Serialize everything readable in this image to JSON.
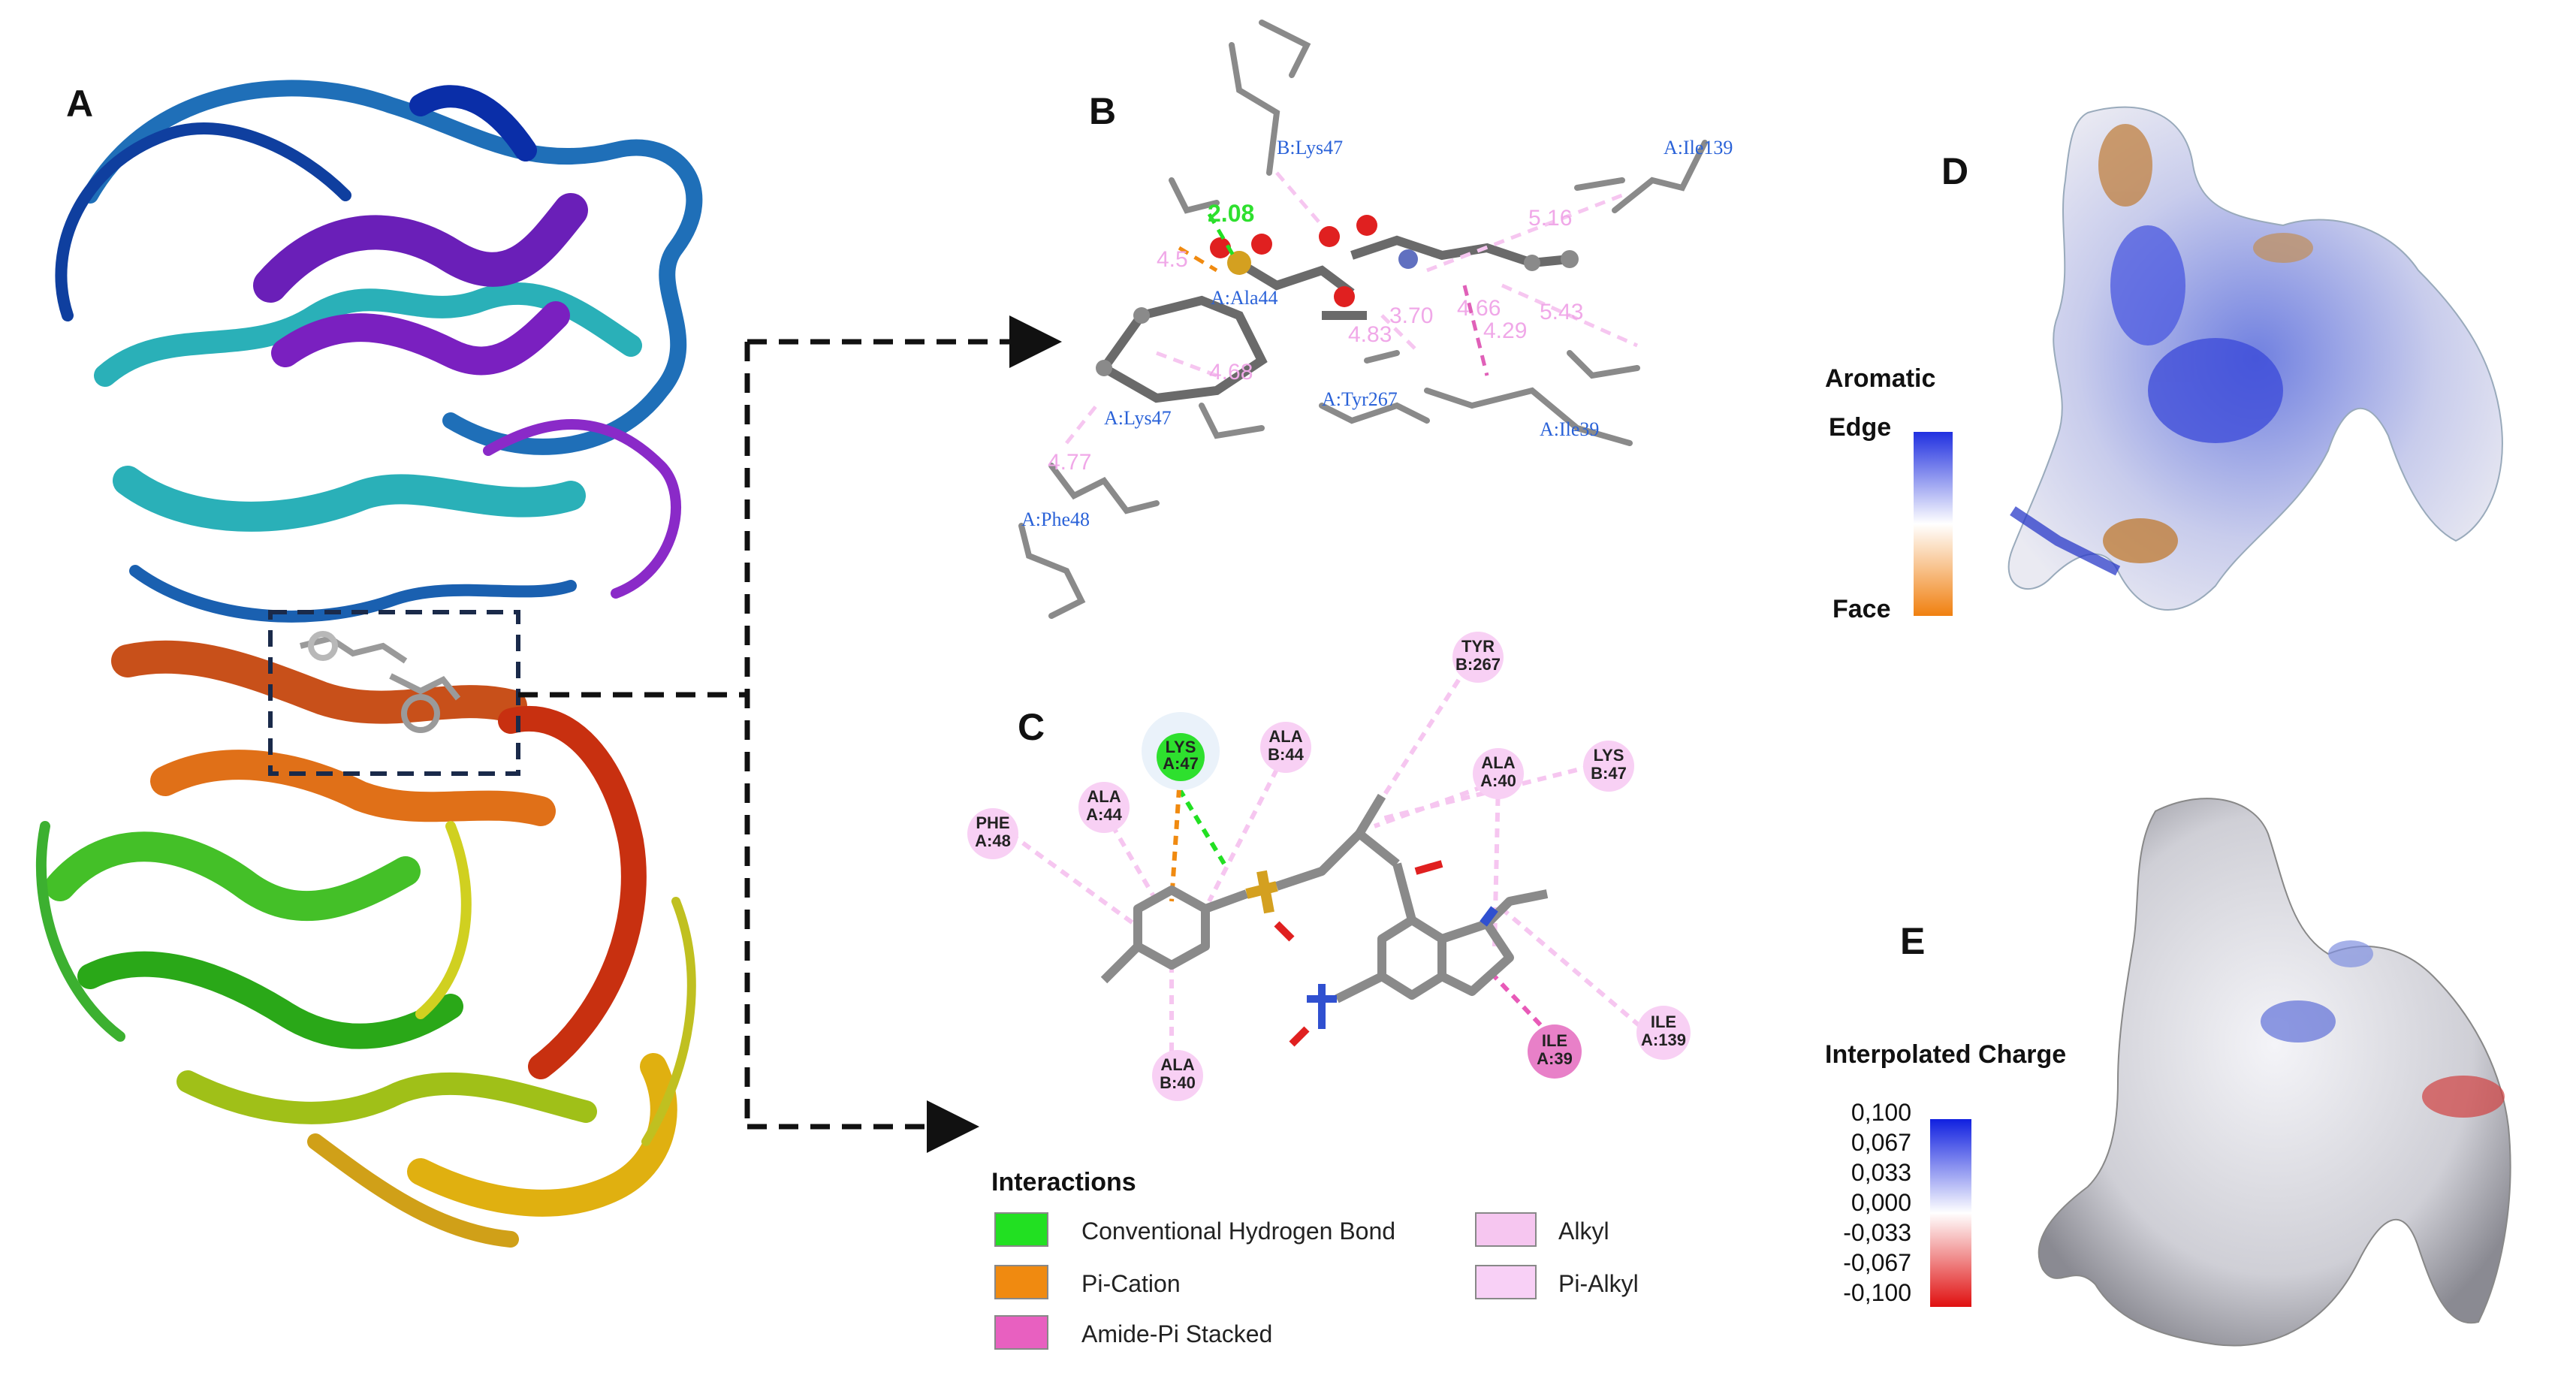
{
  "panels": {
    "A": {
      "letter": "A"
    },
    "B": {
      "letter": "B",
      "residues": [
        "B:Lys47",
        "A:Ile139",
        "A:Ala44",
        "A:Lys47",
        "A:Tyr267",
        "A:Ile39",
        "A:Phe48"
      ],
      "distances": [
        "2.08",
        "4.5",
        "5.16",
        "3.70",
        "4.66",
        "5.43",
        "4.29",
        "4.83",
        "4.68",
        "4.77"
      ]
    },
    "C": {
      "letter": "C",
      "residues": [
        {
          "name": "LYS",
          "chain": "A:47",
          "type": "hbond"
        },
        {
          "name": "ALA",
          "chain": "A:44",
          "type": "alkyl"
        },
        {
          "name": "ALA",
          "chain": "B:44",
          "type": "alkyl"
        },
        {
          "name": "PHE",
          "chain": "A:48",
          "type": "alkyl"
        },
        {
          "name": "TYR",
          "chain": "B:267",
          "type": "alkyl"
        },
        {
          "name": "ALA",
          "chain": "A:40",
          "type": "alkyl"
        },
        {
          "name": "LYS",
          "chain": "B:47",
          "type": "alkyl"
        },
        {
          "name": "ILE",
          "chain": "A:139",
          "type": "alkyl"
        },
        {
          "name": "ILE",
          "chain": "A:39",
          "type": "amide"
        },
        {
          "name": "ALA",
          "chain": "B:40",
          "type": "alkyl"
        }
      ]
    },
    "D": {
      "letter": "D"
    },
    "E": {
      "letter": "E"
    }
  },
  "interactions_legend": {
    "title": "Interactions",
    "items": [
      {
        "label": "Conventional Hydrogen Bond",
        "color": "#22e022"
      },
      {
        "label": "Pi-Cation",
        "color": "#f08a10"
      },
      {
        "label": "Amide-Pi Stacked",
        "color": "#e860c0"
      },
      {
        "label": "Alkyl",
        "color": "#f6c6f0"
      },
      {
        "label": "Pi-Alkyl",
        "color": "#f8d0f6"
      }
    ]
  },
  "aromatic_scale": {
    "title": "Aromatic",
    "top": "Edge",
    "bottom": "Face",
    "colors": [
      "#2030e0",
      "#ffffff",
      "#f08010"
    ]
  },
  "charge_scale": {
    "title": "Interpolated Charge",
    "ticks": [
      "0,100",
      "0,067",
      "0,033",
      "0,000",
      "-0,033",
      "-0,067",
      "-0,100"
    ],
    "colors": [
      "#1020e0",
      "#ffffff",
      "#e01010"
    ]
  }
}
